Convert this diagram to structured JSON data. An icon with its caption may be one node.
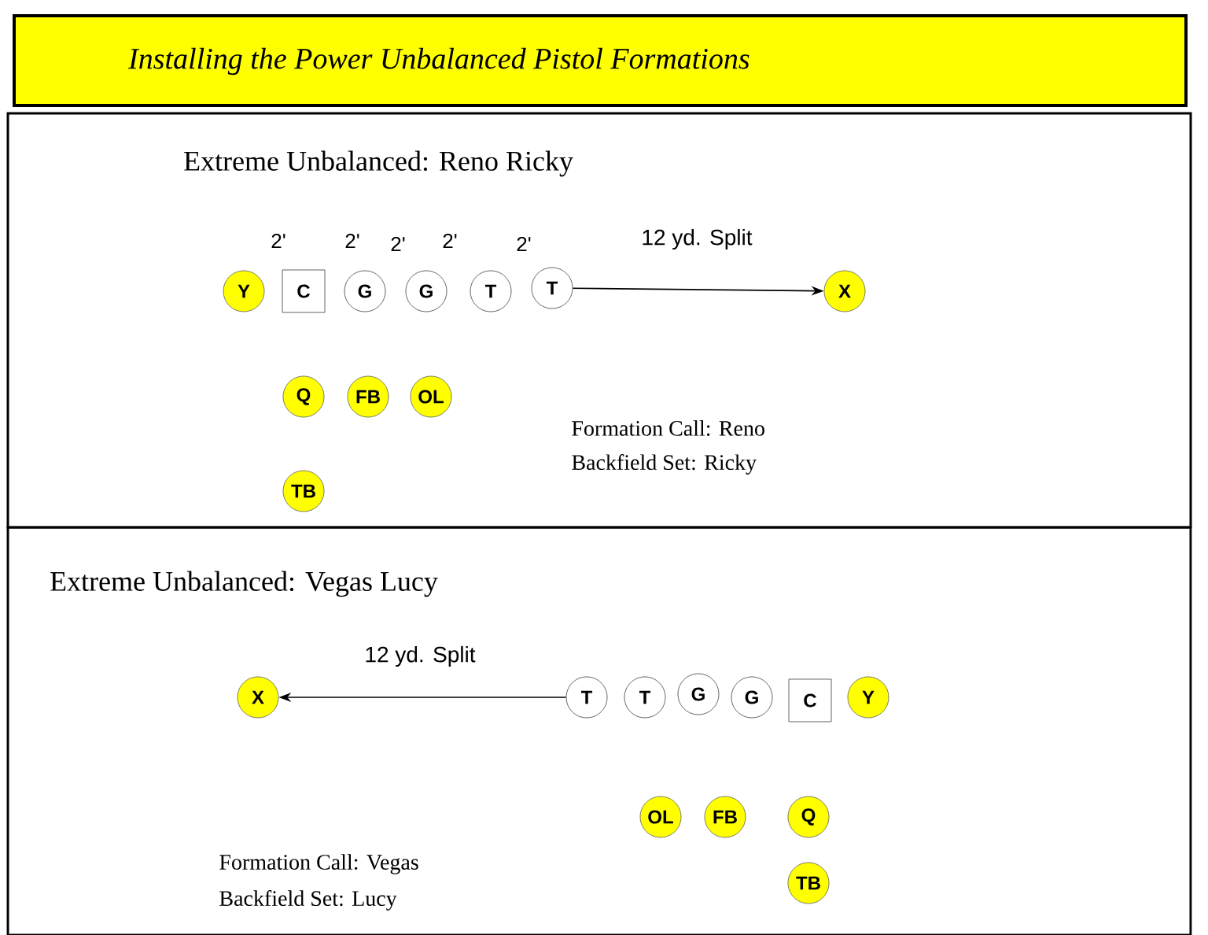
{
  "diagram": {
    "title": "Installing the Power Unbalanced Pistol Formations",
    "nodes": [
      {
        "text": [
          "Extreme Unbalanced:  Reno Ricky"
        ]
      },
      {
        "text": [
          "Y"
        ],
        "in": 0
      },
      {
        "text": [
          "C"
        ],
        "in": 0
      },
      {
        "text": [
          "G"
        ],
        "in": 0
      },
      {
        "text": [
          "G"
        ],
        "in": 0
      },
      {
        "text": [
          "T"
        ],
        "in": 0
      },
      {
        "text": [
          "T"
        ],
        "in": 0
      },
      {
        "text": [
          "X"
        ],
        "in": 0
      },
      {
        "text": [
          "Q"
        ],
        "in": 0
      },
      {
        "text": [
          "FB"
        ],
        "in": 0
      },
      {
        "text": [
          "OL"
        ],
        "in": 0
      },
      {
        "text": [
          "TB"
        ],
        "in": 0
      },
      {
        "text": [
          "Extreme Unbalanced:  Vegas Lucy"
        ]
      },
      {
        "text": [
          "X"
        ],
        "in": 12
      },
      {
        "text": [
          "T"
        ],
        "in": 12
      },
      {
        "text": [
          "T"
        ],
        "in": 12
      },
      {
        "text": [
          "G"
        ],
        "in": 12
      },
      {
        "text": [
          "G"
        ],
        "in": 12
      },
      {
        "text": [
          "C"
        ],
        "in": 12
      },
      {
        "text": [
          "Y"
        ],
        "in": 12
      },
      {
        "text": [
          "OL"
        ],
        "in": 12
      },
      {
        "text": [
          "FB"
        ],
        "in": 12
      },
      {
        "text": [
          "Q"
        ],
        "in": 12
      },
      {
        "text": [
          "TB"
        ],
        "in": 12
      }
    ],
    "edges": [
      {
        "from": 6,
        "to": 7,
        "arrow": "to",
        "label": "12 yd. Split"
      },
      {
        "from": 14,
        "to": 13,
        "arrow": "to",
        "label": "12 yd. Split"
      }
    ],
    "labels": [
      "2'",
      "2'",
      "2'",
      "2'",
      "2'",
      "Formation Call:  Reno",
      "Backfield Set:   Ricky",
      "Formation Call:  Vegas",
      "Backfield Set:  Lucy"
    ]
  }
}
